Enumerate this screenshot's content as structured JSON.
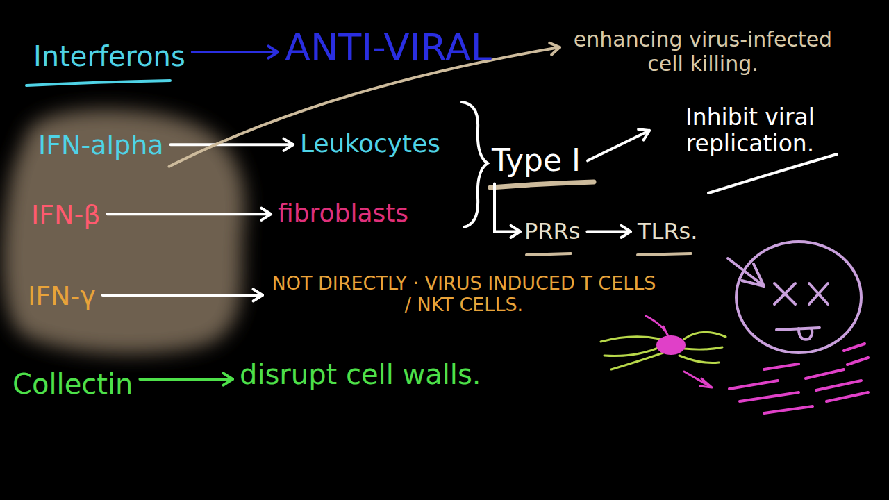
{
  "diagram": {
    "nodes": [
      {
        "text": [
          "Interferons"
        ]
      },
      {
        "text": [
          "ANTI-VIRAL"
        ]
      },
      {
        "text": [
          "enhancing virus-infected cell killing."
        ]
      },
      {
        "text": [
          "IFN-alpha"
        ]
      },
      {
        "text": [
          "Leukocytes"
        ]
      },
      {
        "text": [
          "Type I"
        ]
      },
      {
        "text": [
          "Inhibit viral replication."
        ]
      },
      {
        "text": [
          "IFN-β"
        ]
      },
      {
        "text": [
          "fibroblasts"
        ]
      },
      {
        "text": [
          "PRRs"
        ]
      },
      {
        "text": [
          "TLRs."
        ]
      },
      {
        "text": [
          "IFN-γ"
        ]
      },
      {
        "text": [
          "NOT DIRECTLY · VIRUS INDUCED T CELLS / NKT CELLS."
        ]
      },
      {
        "text": [
          "Collectin"
        ]
      },
      {
        "text": [
          "disrupt cell walls."
        ]
      }
    ],
    "edges": [
      {
        "from": 0,
        "to": 1,
        "arrow": "to"
      },
      {
        "from": 3,
        "to": 4,
        "arrow": "to"
      },
      {
        "from": 3,
        "to": 2,
        "arrow": "to"
      },
      {
        "from": 7,
        "to": 8,
        "arrow": "to"
      },
      {
        "from": 5,
        "to": 6,
        "arrow": "to"
      },
      {
        "from": 5,
        "to": 9,
        "arrow": "to"
      },
      {
        "from": 9,
        "to": 10,
        "arrow": "to"
      },
      {
        "from": 11,
        "to": 12,
        "arrow": "to"
      },
      {
        "from": 13,
        "to": 14,
        "arrow": "to"
      }
    ]
  }
}
